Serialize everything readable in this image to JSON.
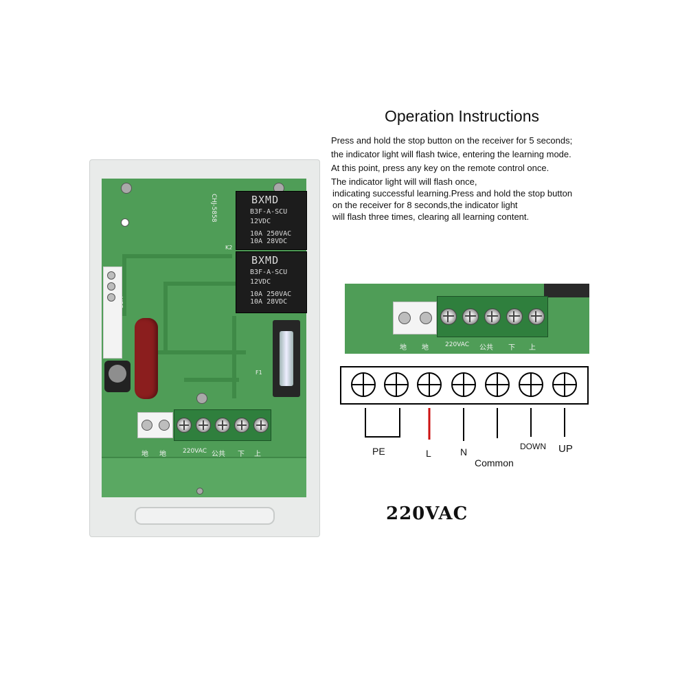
{
  "title": "Operation Instructions",
  "instructions": [
    "Press and hold the stop button on the receiver for 5 seconds;",
    "the indicator light will flash twice, entering the learning mode.",
    "At this point, press any key on the remote control once.",
    "The indicator light will will flash once,",
    "indicating successful learning.Press and hold the stop button",
    "on the receiver for 8 seconds,the indicator light",
    "will flash three times, clearing all learning content."
  ],
  "relay": {
    "brand": "BXMD",
    "model": "B3F-A-SCU",
    "coil": "12VDC",
    "rating1": "10A 250VAC",
    "rating2": "10A 28VDC"
  },
  "board_labels": {
    "model": "CHJ-5858",
    "vcc": "VCC",
    "fuse_ref": "F1",
    "relay_ref": "K2"
  },
  "terminal_labels": [
    "地",
    "地",
    "220VAC",
    "公共",
    "下",
    "上"
  ],
  "wiring": {
    "pe": "PE",
    "l": "L",
    "n": "N",
    "common": "Common",
    "down": "DOWN",
    "up": "UP"
  },
  "voltage_label": "220VAC",
  "colors": {
    "pcb_green": "#4f9d57",
    "live_wire": "#cc1111",
    "other_wires": "#111111"
  }
}
